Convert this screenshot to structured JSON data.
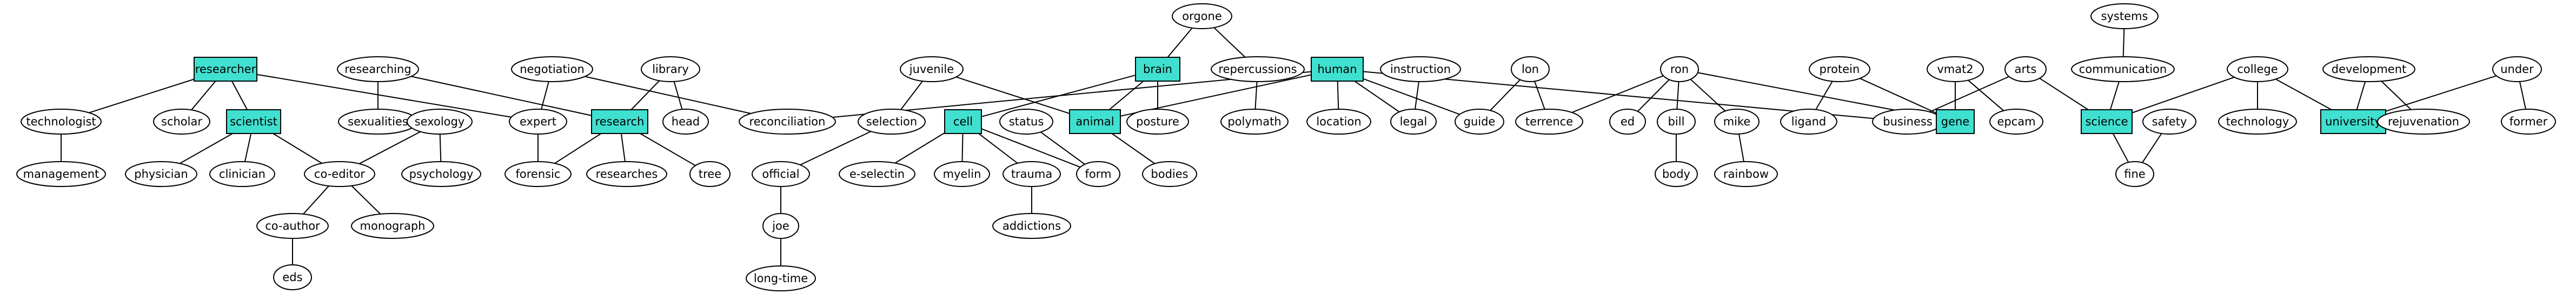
{
  "colors": {
    "highlight": "#40e0d0",
    "ellipse": "#ffffff",
    "stroke": "#000000"
  },
  "nodes": [
    {
      "id": "researcher",
      "label": "researcher",
      "shape": "box"
    },
    {
      "id": "technologist",
      "label": "technologist",
      "shape": "ellipse"
    },
    {
      "id": "scholar",
      "label": "scholar",
      "shape": "ellipse"
    },
    {
      "id": "scientist",
      "label": "scientist",
      "shape": "box"
    },
    {
      "id": "expert",
      "label": "expert",
      "shape": "ellipse"
    },
    {
      "id": "management",
      "label": "management",
      "shape": "ellipse"
    },
    {
      "id": "physician",
      "label": "physician",
      "shape": "ellipse"
    },
    {
      "id": "clinician",
      "label": "clinician",
      "shape": "ellipse"
    },
    {
      "id": "co-editor",
      "label": "co-editor",
      "shape": "ellipse"
    },
    {
      "id": "co-author",
      "label": "co-author",
      "shape": "ellipse"
    },
    {
      "id": "monograph",
      "label": "monograph",
      "shape": "ellipse"
    },
    {
      "id": "eds",
      "label": "eds",
      "shape": "ellipse"
    },
    {
      "id": "researching",
      "label": "researching",
      "shape": "ellipse"
    },
    {
      "id": "sexualities",
      "label": "sexualities",
      "shape": "ellipse"
    },
    {
      "id": "research",
      "label": "research",
      "shape": "box"
    },
    {
      "id": "sexology",
      "label": "sexology",
      "shape": "ellipse"
    },
    {
      "id": "psychology",
      "label": "psychology",
      "shape": "ellipse"
    },
    {
      "id": "negotiation",
      "label": "negotiation",
      "shape": "ellipse"
    },
    {
      "id": "reconciliation",
      "label": "reconciliation",
      "shape": "ellipse"
    },
    {
      "id": "forensic",
      "label": "forensic",
      "shape": "ellipse"
    },
    {
      "id": "library",
      "label": "library",
      "shape": "ellipse"
    },
    {
      "id": "head",
      "label": "head",
      "shape": "ellipse"
    },
    {
      "id": "researches",
      "label": "researches",
      "shape": "ellipse"
    },
    {
      "id": "tree",
      "label": "tree",
      "shape": "ellipse"
    },
    {
      "id": "juvenile",
      "label": "juvenile",
      "shape": "ellipse"
    },
    {
      "id": "selection",
      "label": "selection",
      "shape": "ellipse"
    },
    {
      "id": "animal",
      "label": "animal",
      "shape": "box"
    },
    {
      "id": "official",
      "label": "official",
      "shape": "ellipse"
    },
    {
      "id": "joe",
      "label": "joe",
      "shape": "ellipse"
    },
    {
      "id": "long-time",
      "label": "long-time",
      "shape": "ellipse"
    },
    {
      "id": "orgone",
      "label": "orgone",
      "shape": "ellipse"
    },
    {
      "id": "brain",
      "label": "brain",
      "shape": "box"
    },
    {
      "id": "repercussions",
      "label": "repercussions",
      "shape": "ellipse"
    },
    {
      "id": "cell",
      "label": "cell",
      "shape": "box"
    },
    {
      "id": "posture",
      "label": "posture",
      "shape": "ellipse"
    },
    {
      "id": "polymath",
      "label": "polymath",
      "shape": "ellipse"
    },
    {
      "id": "status",
      "label": "status",
      "shape": "ellipse"
    },
    {
      "id": "e-selectin",
      "label": "e-selectin",
      "shape": "ellipse"
    },
    {
      "id": "myelin",
      "label": "myelin",
      "shape": "ellipse"
    },
    {
      "id": "trauma",
      "label": "trauma",
      "shape": "ellipse"
    },
    {
      "id": "form",
      "label": "form",
      "shape": "ellipse"
    },
    {
      "id": "bodies",
      "label": "bodies",
      "shape": "ellipse"
    },
    {
      "id": "addictions",
      "label": "addictions",
      "shape": "ellipse"
    },
    {
      "id": "human",
      "label": "human",
      "shape": "box"
    },
    {
      "id": "location",
      "label": "location",
      "shape": "ellipse"
    },
    {
      "id": "legal",
      "label": "legal",
      "shape": "ellipse"
    },
    {
      "id": "guide",
      "label": "guide",
      "shape": "ellipse"
    },
    {
      "id": "business",
      "label": "business",
      "shape": "ellipse"
    },
    {
      "id": "instruction",
      "label": "instruction",
      "shape": "ellipse"
    },
    {
      "id": "lon",
      "label": "lon",
      "shape": "ellipse"
    },
    {
      "id": "terrence",
      "label": "terrence",
      "shape": "ellipse"
    },
    {
      "id": "ron",
      "label": "ron",
      "shape": "ellipse"
    },
    {
      "id": "ed",
      "label": "ed",
      "shape": "ellipse"
    },
    {
      "id": "bill",
      "label": "bill",
      "shape": "ellipse"
    },
    {
      "id": "mike",
      "label": "mike",
      "shape": "ellipse"
    },
    {
      "id": "gene",
      "label": "gene",
      "shape": "box"
    },
    {
      "id": "body",
      "label": "body",
      "shape": "ellipse"
    },
    {
      "id": "rainbow",
      "label": "rainbow",
      "shape": "ellipse"
    },
    {
      "id": "protein",
      "label": "protein",
      "shape": "ellipse"
    },
    {
      "id": "ligand",
      "label": "ligand",
      "shape": "ellipse"
    },
    {
      "id": "vmat2",
      "label": "vmat2",
      "shape": "ellipse"
    },
    {
      "id": "epcam",
      "label": "epcam",
      "shape": "ellipse"
    },
    {
      "id": "arts",
      "label": "arts",
      "shape": "ellipse"
    },
    {
      "id": "science",
      "label": "science",
      "shape": "box"
    },
    {
      "id": "systems",
      "label": "systems",
      "shape": "ellipse"
    },
    {
      "id": "communication",
      "label": "communication",
      "shape": "ellipse"
    },
    {
      "id": "fine",
      "label": "fine",
      "shape": "ellipse"
    },
    {
      "id": "safety",
      "label": "safety",
      "shape": "ellipse"
    },
    {
      "id": "college",
      "label": "college",
      "shape": "ellipse"
    },
    {
      "id": "technology",
      "label": "technology",
      "shape": "ellipse"
    },
    {
      "id": "university",
      "label": "university",
      "shape": "box"
    },
    {
      "id": "development",
      "label": "development",
      "shape": "ellipse"
    },
    {
      "id": "rejuvenation",
      "label": "rejuvenation",
      "shape": "ellipse"
    },
    {
      "id": "under",
      "label": "under",
      "shape": "ellipse"
    },
    {
      "id": "former",
      "label": "former",
      "shape": "ellipse"
    }
  ],
  "edges": [
    [
      "researcher",
      "technologist"
    ],
    [
      "researcher",
      "scholar"
    ],
    [
      "researcher",
      "scientist"
    ],
    [
      "researcher",
      "expert"
    ],
    [
      "technologist",
      "management"
    ],
    [
      "scientist",
      "physician"
    ],
    [
      "scientist",
      "clinician"
    ],
    [
      "scientist",
      "co-editor"
    ],
    [
      "co-editor",
      "co-author"
    ],
    [
      "co-editor",
      "monograph"
    ],
    [
      "co-author",
      "eds"
    ],
    [
      "sexology",
      "co-editor"
    ],
    [
      "sexology",
      "psychology"
    ],
    [
      "researching",
      "sexualities"
    ],
    [
      "researching",
      "research"
    ],
    [
      "negotiation",
      "expert"
    ],
    [
      "negotiation",
      "reconciliation"
    ],
    [
      "expert",
      "forensic"
    ],
    [
      "research",
      "forensic"
    ],
    [
      "research",
      "researches"
    ],
    [
      "research",
      "tree"
    ],
    [
      "library",
      "research"
    ],
    [
      "library",
      "head"
    ],
    [
      "juvenile",
      "selection"
    ],
    [
      "juvenile",
      "animal"
    ],
    [
      "selection",
      "official"
    ],
    [
      "official",
      "joe"
    ],
    [
      "joe",
      "long-time"
    ],
    [
      "orgone",
      "brain"
    ],
    [
      "orgone",
      "repercussions"
    ],
    [
      "brain",
      "cell"
    ],
    [
      "brain",
      "animal"
    ],
    [
      "brain",
      "posture"
    ],
    [
      "repercussions",
      "polymath"
    ],
    [
      "cell",
      "e-selectin"
    ],
    [
      "cell",
      "myelin"
    ],
    [
      "cell",
      "trauma"
    ],
    [
      "cell",
      "form"
    ],
    [
      "status",
      "form"
    ],
    [
      "trauma",
      "addictions"
    ],
    [
      "animal",
      "bodies"
    ],
    [
      "human",
      "reconciliation"
    ],
    [
      "human",
      "animal"
    ],
    [
      "human",
      "location"
    ],
    [
      "human",
      "legal"
    ],
    [
      "human",
      "guide"
    ],
    [
      "human",
      "business"
    ],
    [
      "instruction",
      "legal"
    ],
    [
      "lon",
      "guide"
    ],
    [
      "lon",
      "terrence"
    ],
    [
      "ron",
      "terrence"
    ],
    [
      "ron",
      "ed"
    ],
    [
      "ron",
      "bill"
    ],
    [
      "ron",
      "mike"
    ],
    [
      "ron",
      "gene"
    ],
    [
      "bill",
      "body"
    ],
    [
      "mike",
      "rainbow"
    ],
    [
      "protein",
      "ligand"
    ],
    [
      "protein",
      "gene"
    ],
    [
      "vmat2",
      "gene"
    ],
    [
      "vmat2",
      "epcam"
    ],
    [
      "arts",
      "business"
    ],
    [
      "arts",
      "science"
    ],
    [
      "systems",
      "communication"
    ],
    [
      "communication",
      "science"
    ],
    [
      "science",
      "fine"
    ],
    [
      "safety",
      "fine"
    ],
    [
      "college",
      "science"
    ],
    [
      "college",
      "technology"
    ],
    [
      "college",
      "university"
    ],
    [
      "development",
      "university"
    ],
    [
      "development",
      "rejuvenation"
    ],
    [
      "under",
      "university"
    ],
    [
      "under",
      "former"
    ]
  ]
}
